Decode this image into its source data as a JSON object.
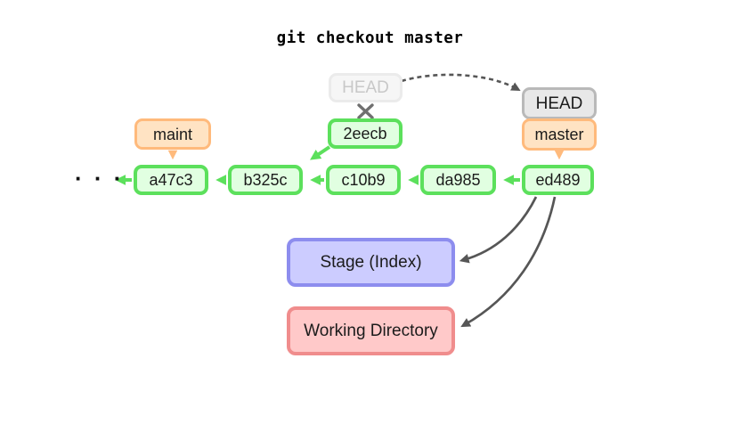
{
  "title": "git checkout master",
  "ellipsis": "· · ·",
  "refs": {
    "head_old": "HEAD",
    "head_new": "HEAD",
    "master": "master",
    "maint": "maint"
  },
  "branch_tip": {
    "id": "2eecb"
  },
  "commits": [
    {
      "id": "a47c3"
    },
    {
      "id": "b325c"
    },
    {
      "id": "c10b9"
    },
    {
      "id": "da985"
    },
    {
      "id": "ed489"
    }
  ],
  "areas": {
    "stage": "Stage (Index)",
    "working": "Working Directory"
  },
  "colors": {
    "commit-border": "#5ce05c",
    "commit-fill": "#e1ffe1",
    "orange-border": "#ffba7c",
    "orange-fill": "#ffe3c3",
    "head-border": "#b9b9b9",
    "head-fill": "#e8e8e8",
    "faded-border": "#ebebeb",
    "faded-fill": "#f6f6f6",
    "faded-text": "#c8c8c8",
    "stage-border": "#8d8dee",
    "stage-fill": "#ccccff",
    "working-border": "#f08d8d",
    "working-fill": "#ffc9c9",
    "arrow-dark": "#565656",
    "x-mark": "#6f6f6f",
    "text": "#1b1b1b"
  }
}
